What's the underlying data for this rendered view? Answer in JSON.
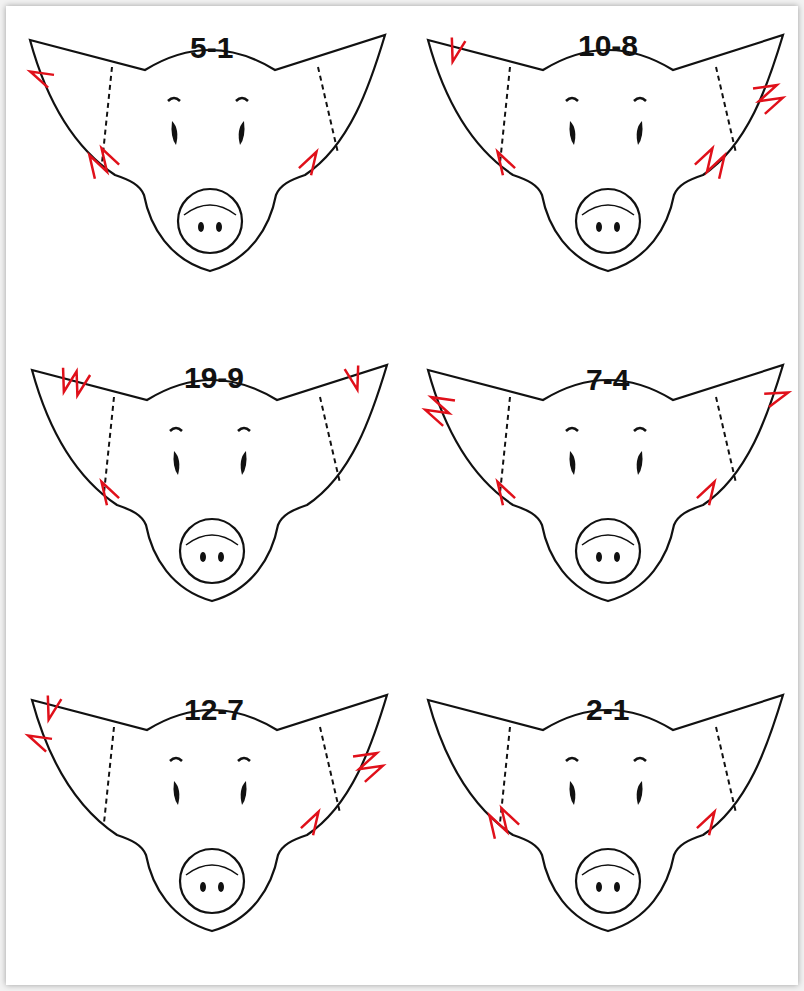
{
  "diagram": {
    "labels": [
      "5-1",
      "10-8",
      "19-9",
      "7-4",
      "12-7",
      "2-1"
    ]
  }
}
